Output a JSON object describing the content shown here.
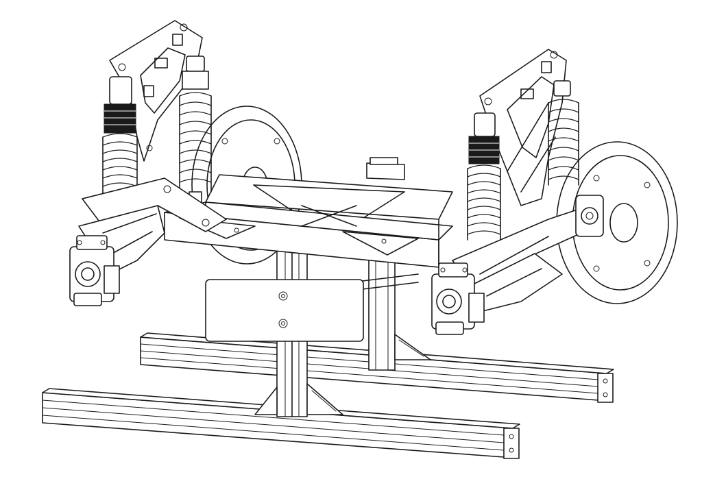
{
  "drawing": {
    "style": "monochrome line-art",
    "line_color": "#1a1a1a",
    "background": "#ffffff",
    "components": [
      "wheel-left-rear",
      "wheel-right",
      "shock-absorber-left-front",
      "shock-absorber-left-rear",
      "shock-absorber-right-front",
      "shock-absorber-right-rear",
      "shock-tower-left",
      "shock-tower-right",
      "chassis-frame",
      "upright-left",
      "upright-right",
      "lower-control-arm-left",
      "lower-control-arm-right",
      "center-mount-post",
      "center-mount-plate",
      "extrusion-rail-front",
      "extrusion-rail-rear",
      "gusset-bracket-front",
      "gusset-bracket-rear"
    ]
  }
}
